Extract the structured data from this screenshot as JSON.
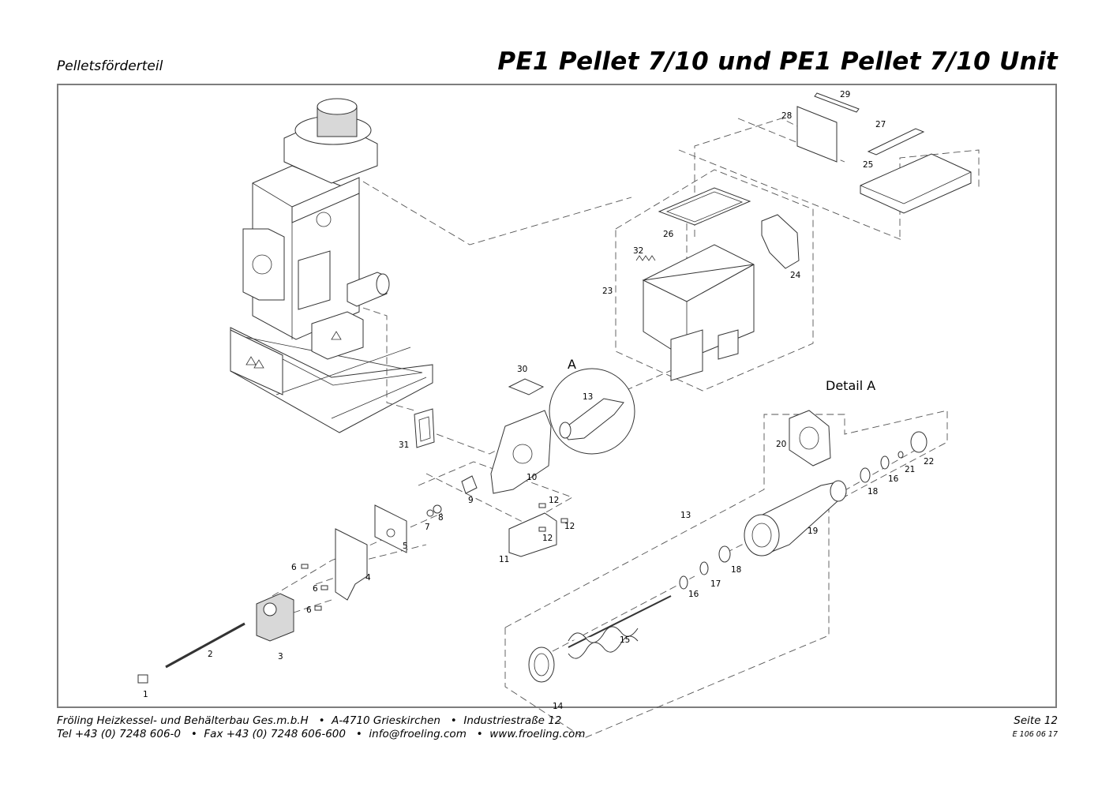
{
  "header": {
    "section": "Pelletsförderteil",
    "title": "PE1 Pellet 7/10 und PE1 Pellet 7/10 Unit"
  },
  "labels": [
    {
      "id": "1",
      "text": "1"
    },
    {
      "id": "2",
      "text": "2"
    },
    {
      "id": "3",
      "text": "3"
    },
    {
      "id": "4",
      "text": "4"
    },
    {
      "id": "5",
      "text": "5"
    },
    {
      "id": "6a",
      "text": "6"
    },
    {
      "id": "6b",
      "text": "6"
    },
    {
      "id": "6c",
      "text": "6"
    },
    {
      "id": "7",
      "text": "7"
    },
    {
      "id": "8",
      "text": "8"
    },
    {
      "id": "9",
      "text": "9"
    },
    {
      "id": "10",
      "text": "10"
    },
    {
      "id": "11",
      "text": "11"
    },
    {
      "id": "12a",
      "text": "12"
    },
    {
      "id": "12b",
      "text": "12"
    },
    {
      "id": "12c",
      "text": "12"
    },
    {
      "id": "13a",
      "text": "13"
    },
    {
      "id": "13b",
      "text": "13"
    },
    {
      "id": "14",
      "text": "14"
    },
    {
      "id": "15",
      "text": "15"
    },
    {
      "id": "16a",
      "text": "16"
    },
    {
      "id": "16b",
      "text": "16"
    },
    {
      "id": "17",
      "text": "17"
    },
    {
      "id": "18a",
      "text": "18"
    },
    {
      "id": "18b",
      "text": "18"
    },
    {
      "id": "19",
      "text": "19"
    },
    {
      "id": "20",
      "text": "20"
    },
    {
      "id": "21",
      "text": "21"
    },
    {
      "id": "22",
      "text": "22"
    },
    {
      "id": "23",
      "text": "23"
    },
    {
      "id": "24",
      "text": "24"
    },
    {
      "id": "25",
      "text": "25"
    },
    {
      "id": "26",
      "text": "26"
    },
    {
      "id": "27",
      "text": "27"
    },
    {
      "id": "28",
      "text": "28"
    },
    {
      "id": "29",
      "text": "29"
    },
    {
      "id": "30",
      "text": "30"
    },
    {
      "id": "31",
      "text": "31"
    },
    {
      "id": "32",
      "text": "32"
    }
  ],
  "callouts": {
    "detail_marker": "A",
    "detail_title": "Detail A"
  },
  "footer": {
    "line1": "Fröling Heizkessel- und Behälterbau Ges.m.b.H   •  A-4710 Grieskirchen   •  Industriestraße 12",
    "line2": "Tel +43 (0) 7248 606-0   •  Fax +43 (0) 7248 606-600   •  info@froeling.com   •  www.froeling.com",
    "page": "Seite 12",
    "doc_code": "E 106 06 17"
  }
}
